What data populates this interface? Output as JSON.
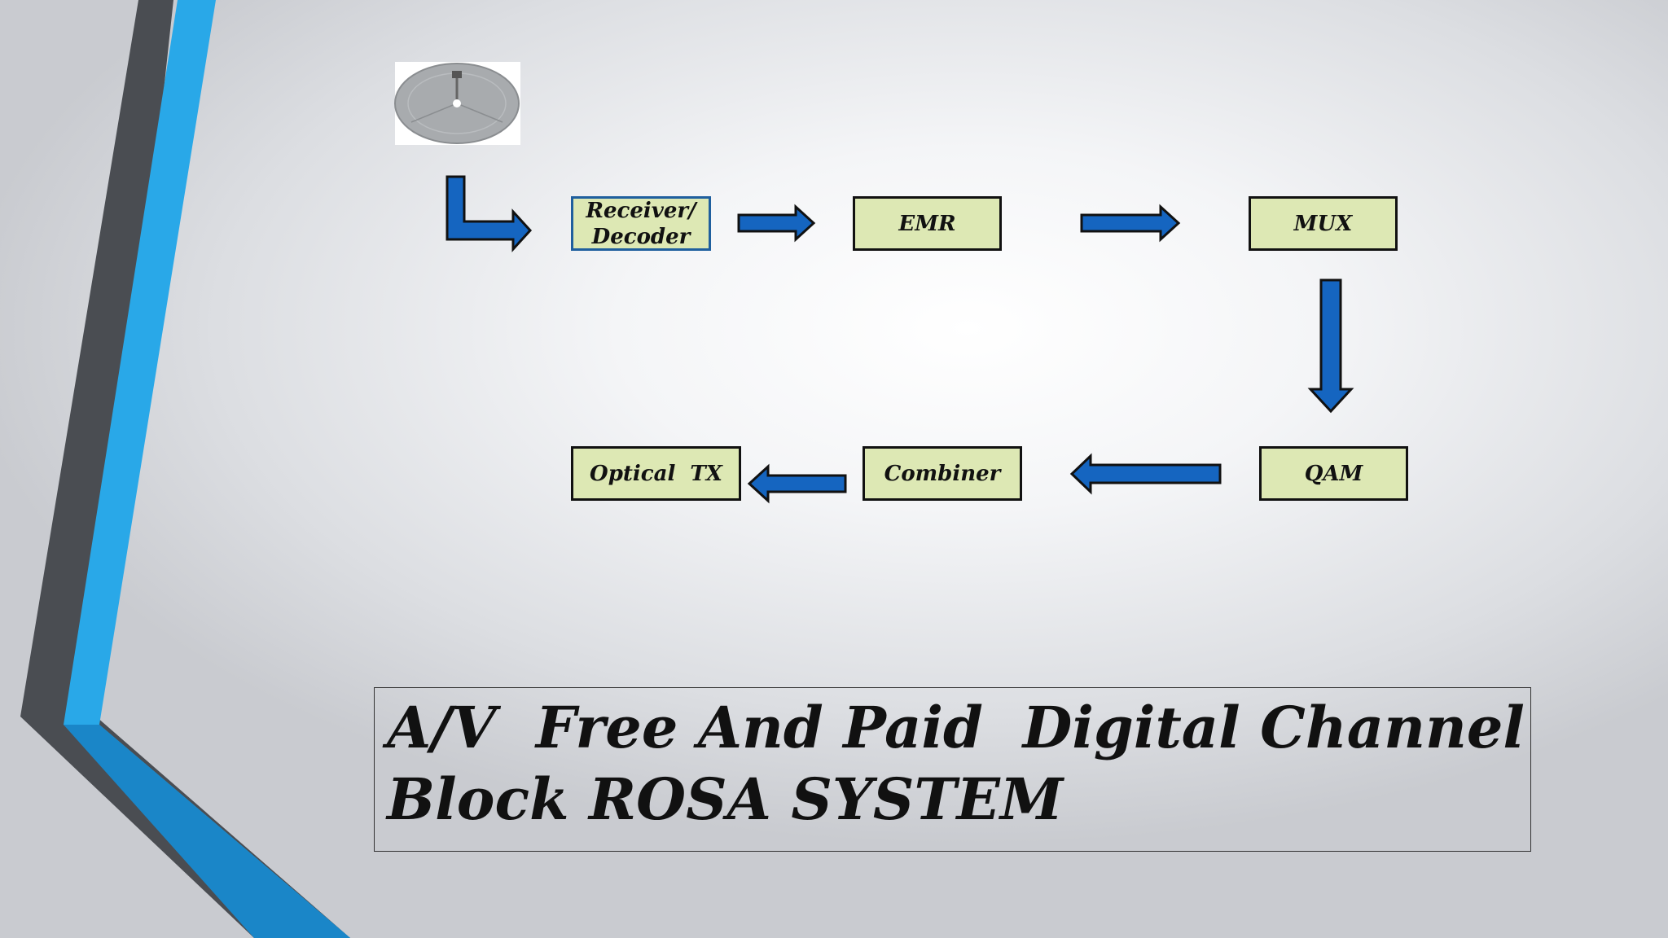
{
  "slide": {
    "title_line1": "A/V  Free And Paid  Digital Channel",
    "title_line2": "Block ROSA SYSTEM"
  },
  "diagram": {
    "nodes": {
      "receiver_decoder": "Receiver/\nDecoder",
      "emr": "EMR",
      "mux": "MUX",
      "qam": "QAM",
      "combiner": "Combiner",
      "optical_tx": "Optical  TX"
    },
    "flow": [
      "satellite-dish",
      "receiver_decoder",
      "emr",
      "mux",
      "qam",
      "combiner",
      "optical_tx"
    ],
    "icons": {
      "source": "satellite-dish-icon"
    }
  },
  "colors": {
    "box_fill": "#dde8b4",
    "arrow_fill": "#1565c0",
    "accent_blue": "#29a8e8",
    "accent_dark": "#4a4d52"
  }
}
